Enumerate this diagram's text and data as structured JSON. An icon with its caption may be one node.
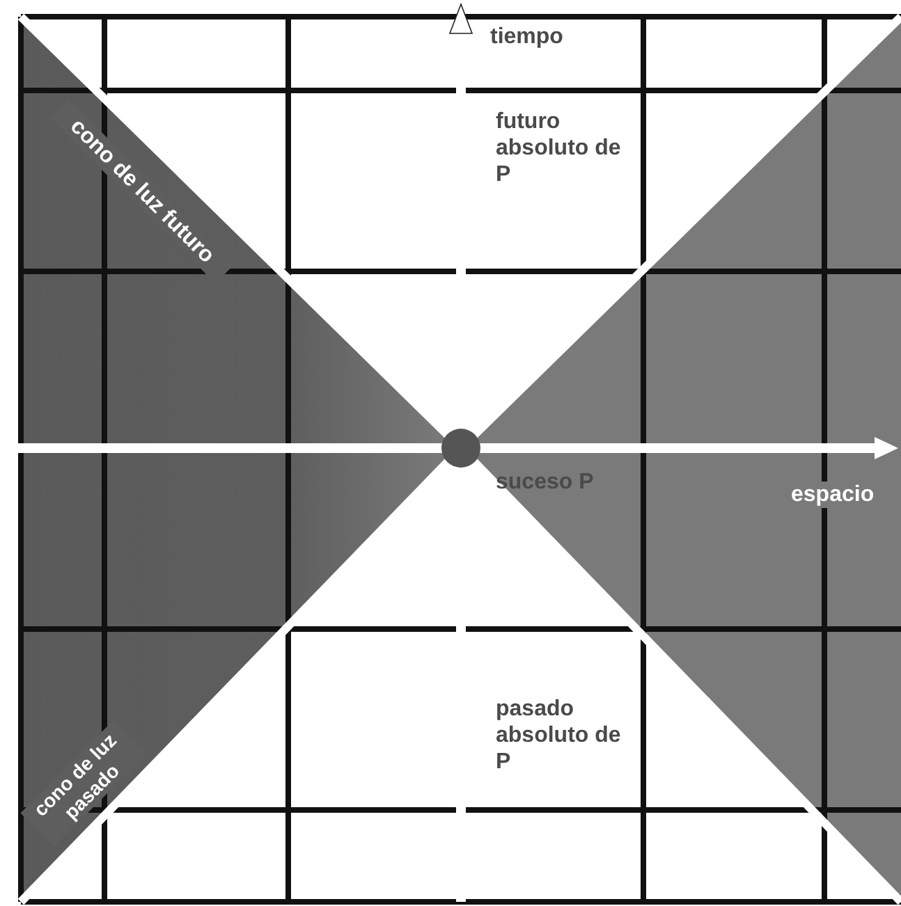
{
  "diagram": {
    "labels": [
      "tiempo",
      "cono de luz futuro",
      "futuro absoluto de P",
      "suceso P",
      "espacio",
      "pasado absoluto de P",
      "cono de luz pasado"
    ]
  }
}
